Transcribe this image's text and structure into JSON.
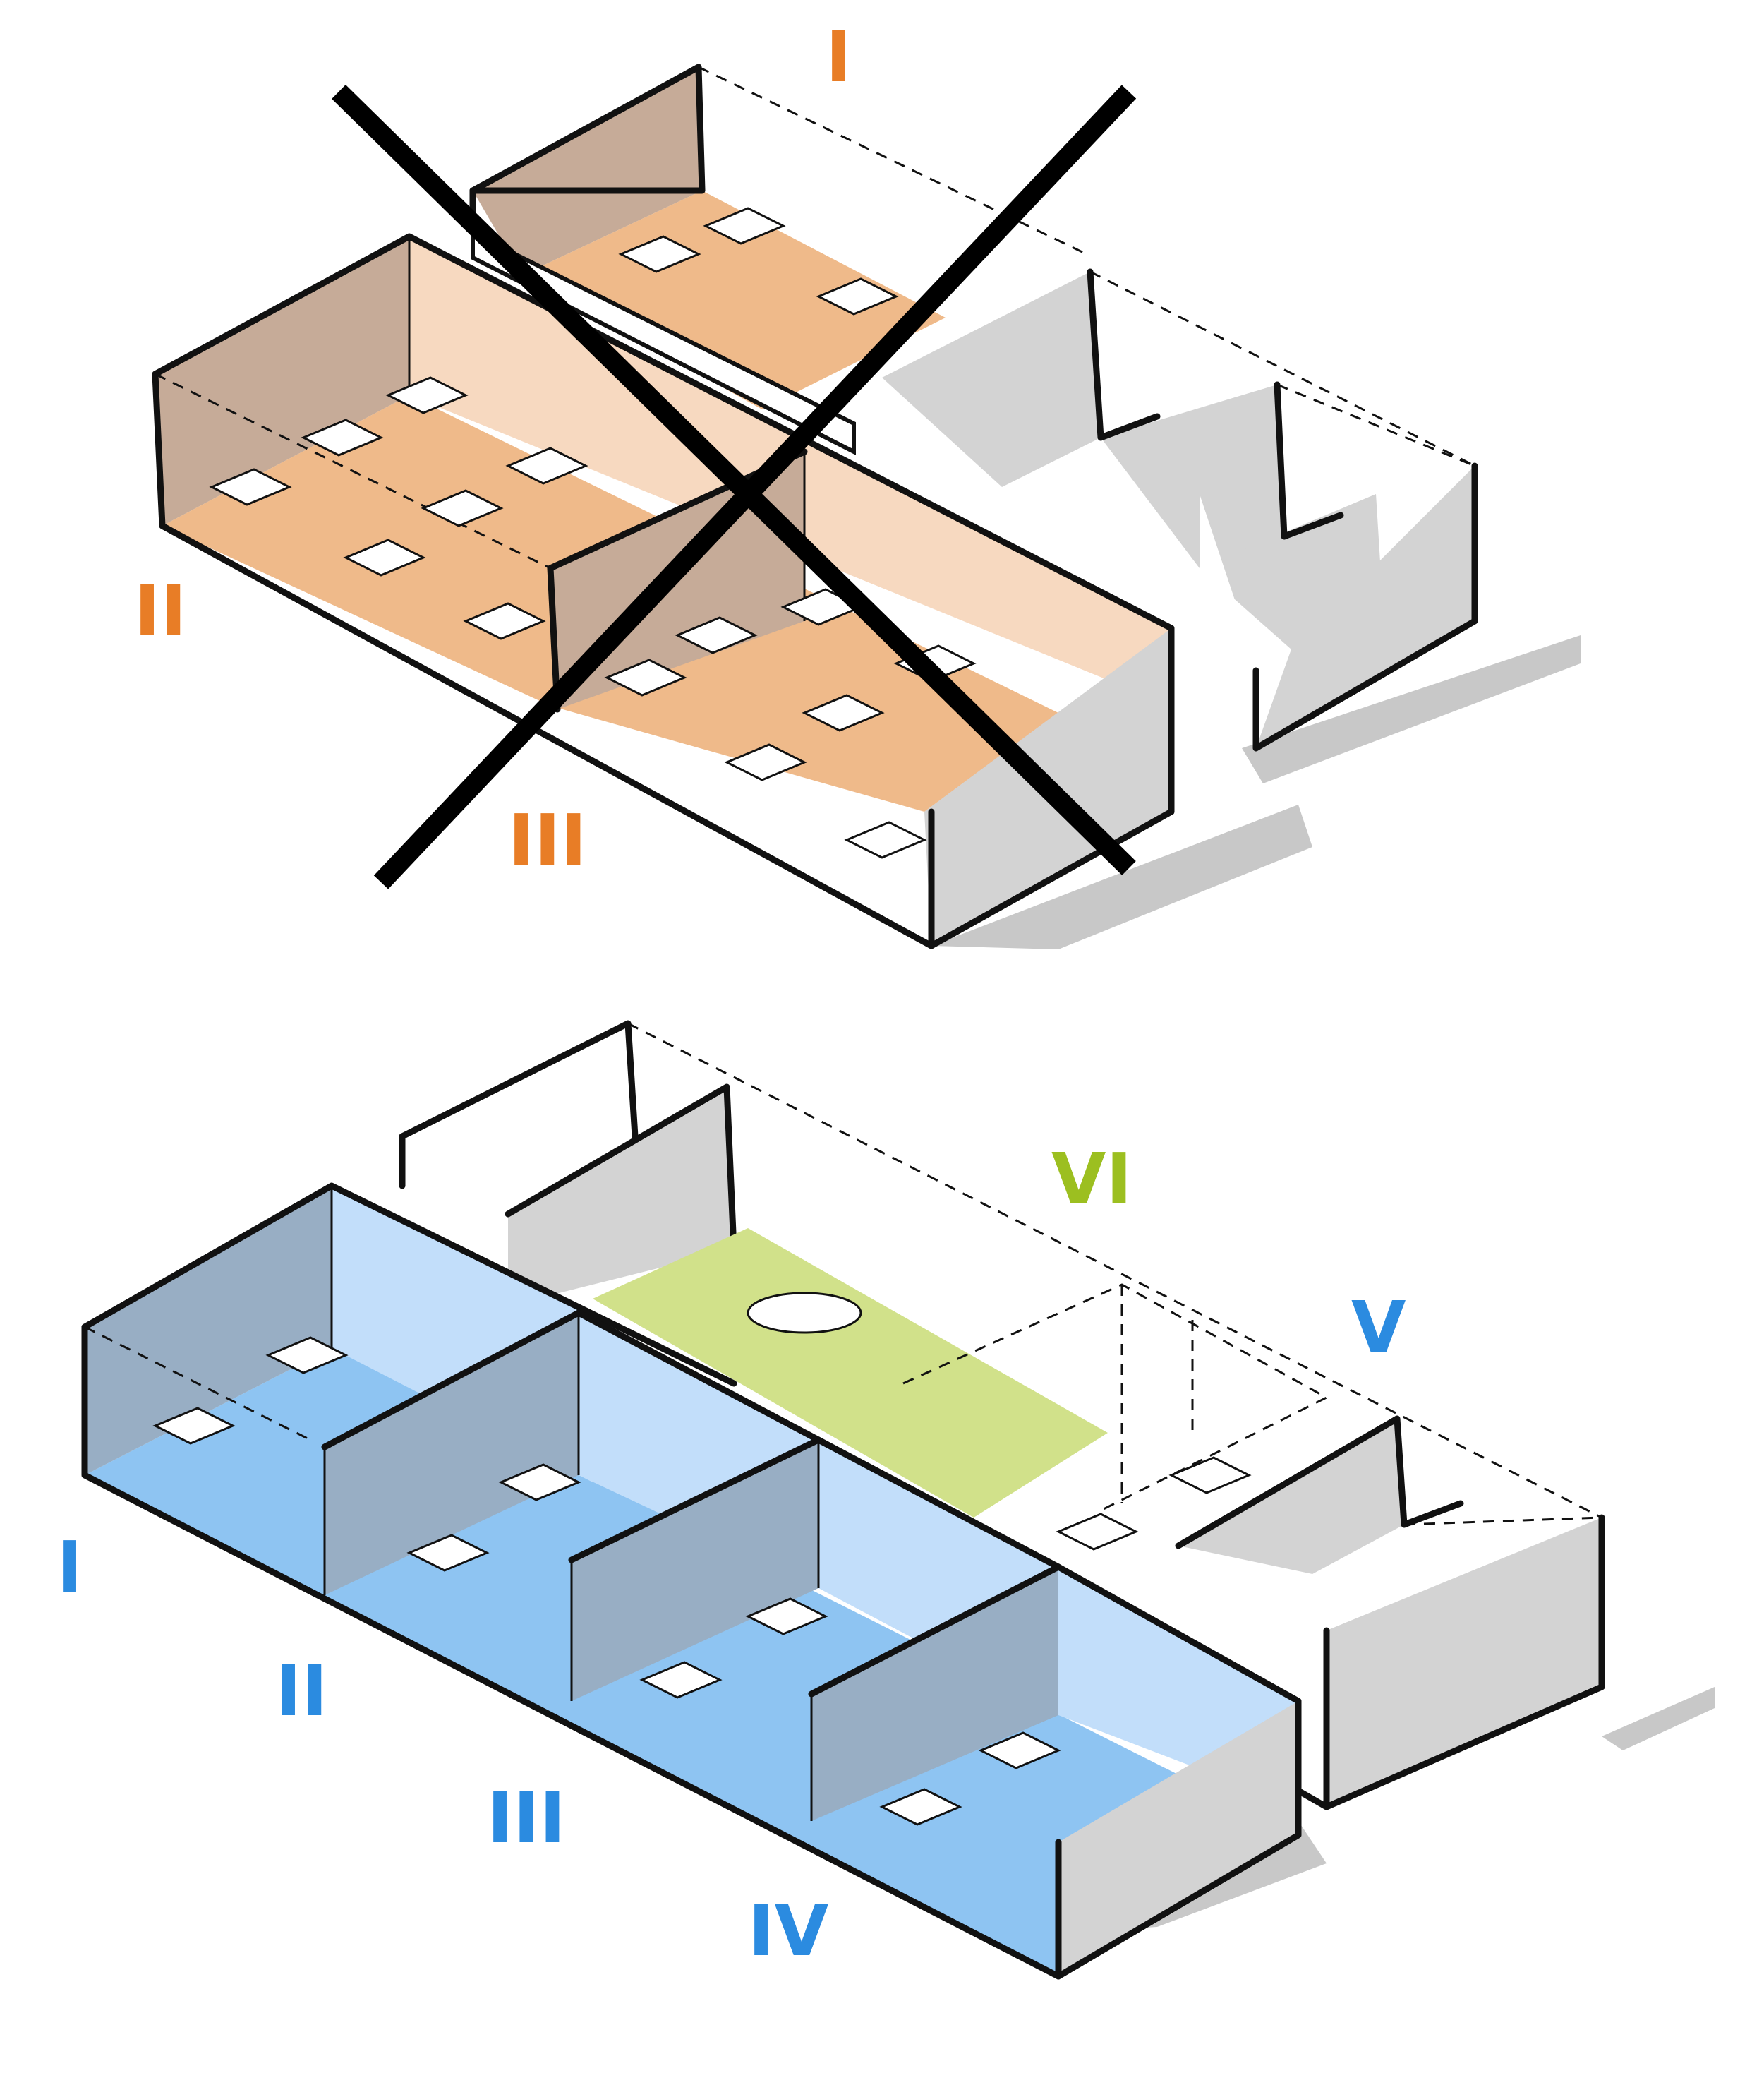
{
  "top_diagram": {
    "labels": [
      "I",
      "II",
      "III"
    ],
    "label_color": "#e87d26",
    "crossed_out": true
  },
  "bottom_diagram": {
    "labels": [
      "I",
      "II",
      "III",
      "IV",
      "V",
      "VI"
    ],
    "label_color": "#2b8be0",
    "accent_label_color": "#9cbf20"
  },
  "colors": {
    "classroom_floor_orange": "#efba8a",
    "classroom_wall_orange": "#f7d9c0",
    "classroom_wall_dark": "#c6ab98",
    "classroom_floor_blue": "#8ec4f2",
    "classroom_wall_blue": "#c2defa",
    "classroom_wall_blue_dark": "#98aec4",
    "common_area_green": "#d1e18a",
    "wall_grey": "#d3d3d3",
    "cross": "#000000"
  }
}
